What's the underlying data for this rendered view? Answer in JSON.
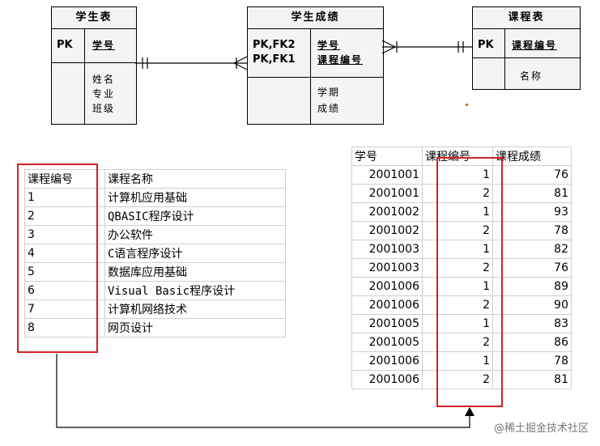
{
  "erd": {
    "student": {
      "title": "学生表",
      "pk": "PK",
      "key": "学号",
      "attributes": [
        "姓名",
        "专业",
        "班级"
      ]
    },
    "enrollment": {
      "title": "学生成绩",
      "pk_lines": [
        "PK,FK2",
        "PK,FK1"
      ],
      "keys": [
        "学号",
        "课程编号"
      ],
      "attributes": [
        "学期",
        "成绩"
      ]
    },
    "course": {
      "title": "课程表",
      "pk": "PK",
      "key": "课程编号",
      "attributes": [
        "名称"
      ]
    }
  },
  "course_table": {
    "headers": [
      "课程编号",
      "课程名称"
    ],
    "rows": [
      [
        "1",
        "计算机应用基础"
      ],
      [
        "2",
        "QBASIC程序设计"
      ],
      [
        "3",
        "办公软件"
      ],
      [
        "4",
        "C语言程序设计"
      ],
      [
        "5",
        "数据库应用基础"
      ],
      [
        "6",
        "Visual Basic程序设计"
      ],
      [
        "7",
        "计算机网络技术"
      ],
      [
        "8",
        "网页设计"
      ]
    ]
  },
  "score_table": {
    "headers": [
      "学号",
      "课程编号",
      "课程成绩"
    ],
    "rows": [
      [
        "2001001",
        "1",
        "76"
      ],
      [
        "2001001",
        "2",
        "81"
      ],
      [
        "2001002",
        "1",
        "93"
      ],
      [
        "2001002",
        "2",
        "78"
      ],
      [
        "2001003",
        "1",
        "82"
      ],
      [
        "2001003",
        "2",
        "76"
      ],
      [
        "2001006",
        "1",
        "89"
      ],
      [
        "2001006",
        "2",
        "90"
      ],
      [
        "2001005",
        "1",
        "83"
      ],
      [
        "2001005",
        "2",
        "86"
      ],
      [
        "2001006",
        "1",
        "78"
      ],
      [
        "2001006",
        "2",
        "81"
      ]
    ]
  },
  "watermark": "@稀土掘金技术社区",
  "colors": {
    "highlight": "#d62020",
    "entity_bg": "#f4f4f4",
    "grid": "#cfcfcf"
  }
}
